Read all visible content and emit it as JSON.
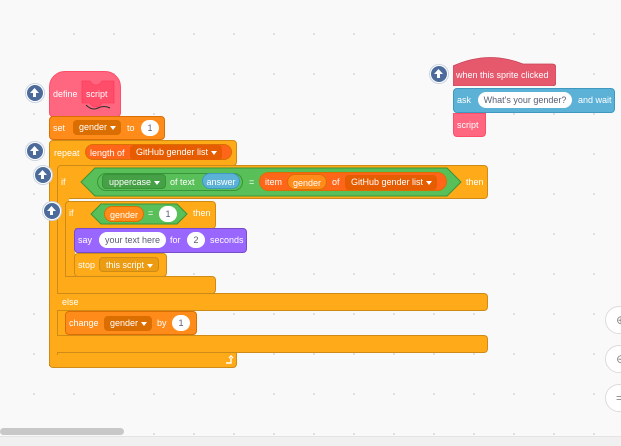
{
  "define_block": {
    "define_label": "define",
    "name": "script"
  },
  "set_block": {
    "label": "set",
    "variable": "gender",
    "to_label": "to",
    "value": "1"
  },
  "repeat_block": {
    "label": "repeat",
    "reporter": "length of",
    "list": "GitHub gender list"
  },
  "if_outer": {
    "if_label": "if",
    "then_label": "then",
    "else_label": "else",
    "uppercase_dropdown": "uppercase",
    "of_text_label": "of text",
    "answer_reporter": "answer",
    "equals_label": "=",
    "item_label": "item",
    "item_variable": "gender",
    "of_label": "of",
    "list": "GitHub gender list"
  },
  "if_inner": {
    "if_label": "if",
    "variable": "gender",
    "equals_label": "=",
    "value": "1",
    "then_label": "then"
  },
  "say_block": {
    "label": "say",
    "text": "your text here",
    "for_label": "for",
    "seconds_value": "2",
    "seconds_label": "seconds"
  },
  "stop_block": {
    "label": "stop",
    "option": "this script"
  },
  "change_block": {
    "label": "change",
    "variable": "gender",
    "by_label": "by",
    "value": "1"
  },
  "hat_block": {
    "label": "when this sprite clicked"
  },
  "ask_block": {
    "label": "ask",
    "question": "What's your gender?",
    "wait_label": "and wait"
  },
  "call_block": {
    "label": "script"
  },
  "colors": {
    "control": "#ffab19",
    "control_dark": "#cf8b17",
    "variables": "#ff8c1a",
    "variables_dark": "#db6e00",
    "operators": "#59c059",
    "operators_dark": "#389438",
    "sensing": "#5cb1d6",
    "looks": "#9966ff",
    "events": "#e6596d",
    "custom": "#ff6680",
    "badge": "#4c6b9a"
  }
}
